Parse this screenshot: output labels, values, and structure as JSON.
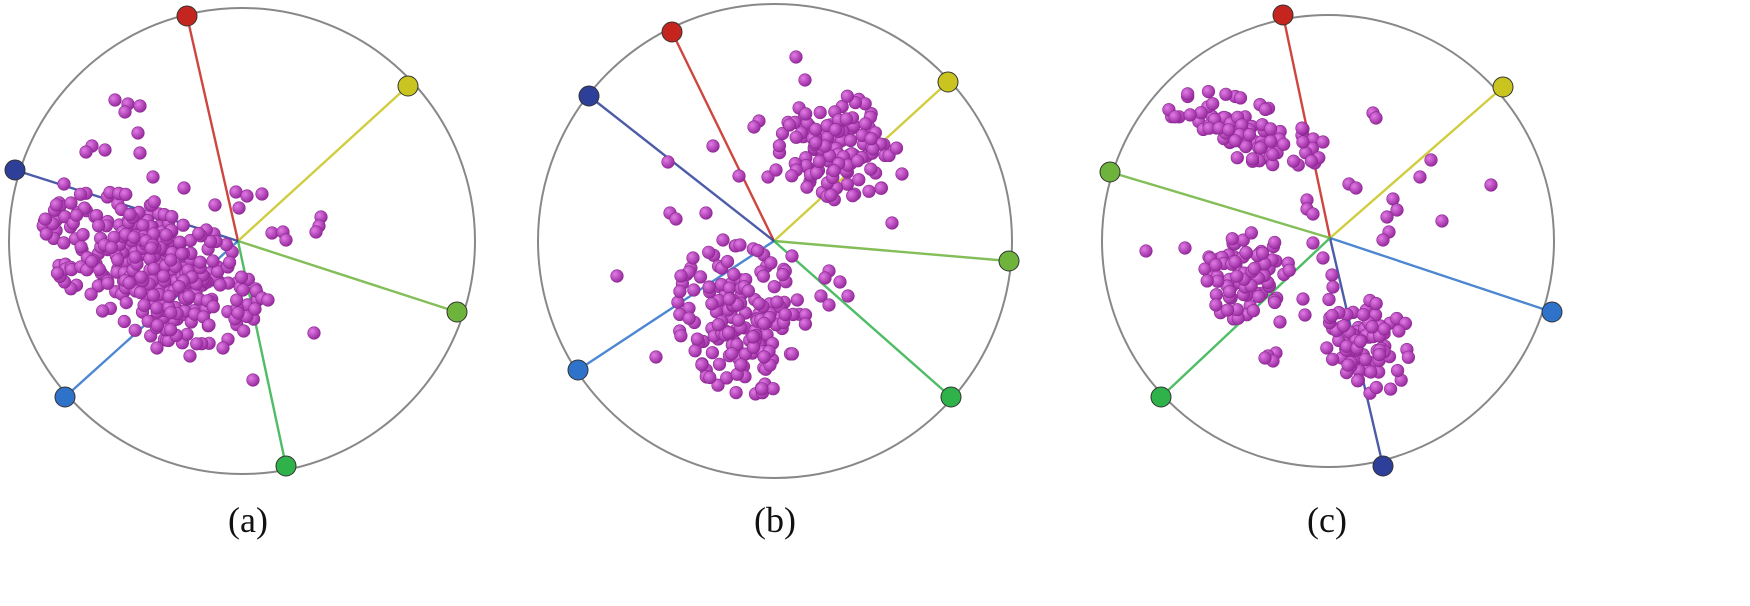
{
  "panels": [
    {
      "caption": "(a)",
      "anchors": [
        {
          "name": "red",
          "color": "#c4261f"
        },
        {
          "name": "yellow",
          "color": "#c9c41f"
        },
        {
          "name": "lime",
          "color": "#6db33c"
        },
        {
          "name": "green",
          "color": "#2fb24a"
        },
        {
          "name": "blue",
          "color": "#2f72c9"
        },
        {
          "name": "navy",
          "color": "#2e3f9a"
        }
      ],
      "clusters": [
        {
          "label": "main",
          "count": 340,
          "spread": "wide"
        }
      ]
    },
    {
      "caption": "(b)",
      "anchors": [
        {
          "name": "red",
          "color": "#c4261f"
        },
        {
          "name": "yellow",
          "color": "#c9c41f"
        },
        {
          "name": "lime",
          "color": "#6db33c"
        },
        {
          "name": "green",
          "color": "#2fb24a"
        },
        {
          "name": "blue",
          "color": "#2f72c9"
        },
        {
          "name": "navy",
          "color": "#2e3f9a"
        }
      ],
      "clusters": [
        {
          "label": "upper",
          "count": 120
        },
        {
          "label": "lower",
          "count": 170
        }
      ]
    },
    {
      "caption": "(c)",
      "anchors": [
        {
          "name": "red",
          "color": "#c4261f"
        },
        {
          "name": "yellow",
          "color": "#c9c41f"
        },
        {
          "name": "blue",
          "color": "#2f72c9"
        },
        {
          "name": "navy",
          "color": "#2e3f9a"
        },
        {
          "name": "green",
          "color": "#2fb24a"
        },
        {
          "name": "lime",
          "color": "#6db33c"
        }
      ],
      "clusters": [
        {
          "label": "upper-left",
          "count": 90
        },
        {
          "label": "middle-left",
          "count": 90
        },
        {
          "label": "lower-right",
          "count": 90
        }
      ]
    }
  ],
  "colors": {
    "point": "#b03cb5",
    "circle": "#888888"
  }
}
